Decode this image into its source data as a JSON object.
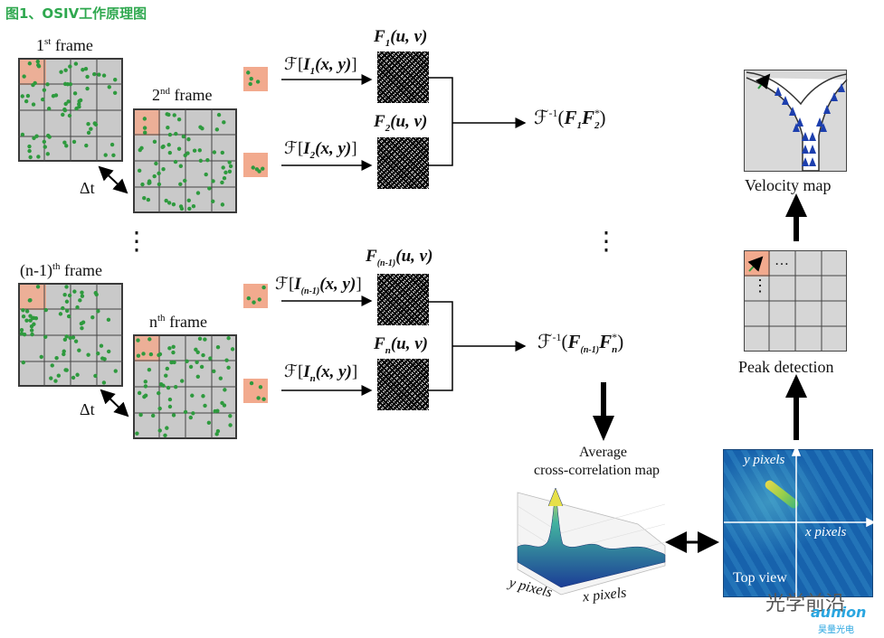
{
  "title": "图1、OSIV工作原理图",
  "frames": {
    "f1": {
      "pre": "1",
      "sup": "st",
      "post": " frame"
    },
    "f2": {
      "pre": "2",
      "sup": "nd",
      "post": " frame"
    },
    "fn1": {
      "pre": "(n-1)",
      "sup": "th",
      "post": " frame"
    },
    "fn": {
      "pre": "n",
      "sup": "th",
      "post": " frame"
    },
    "dt": "Δt"
  },
  "formulas": {
    "ft": "ℱ",
    "ft_inv_sup": "-1",
    "I1": "I",
    "I1_sub": "1",
    "I2": "I",
    "I2_sub": "2",
    "In1": "I",
    "In1_sub": "(n-1)",
    "In": "I",
    "In_sub": "n",
    "xy": "(x, y)",
    "F": "F",
    "uv": "(u, v)",
    "F1_sub": "1",
    "F2_sub": "2",
    "Fn1_sub": "(n-1)",
    "Fn_sub": "n",
    "star": "*"
  },
  "labels": {
    "velocity_map": "Velocity map",
    "peak_detection": "Peak detection",
    "average": "Average",
    "ccmap": "cross-correlation map",
    "y_pixels": "y pixels",
    "x_pixels": "x pixels",
    "top_view": "Top view",
    "ellipsis_v": "⋮",
    "ellipsis_h": "…"
  },
  "watermark": {
    "text": "光学前沿",
    "brand": "aunion",
    "brand_cn": "昊量光电"
  },
  "colors": {
    "particle": "#2e9a3e",
    "peach": "#f2aa8e",
    "arrow_blue": "#1d3fae",
    "title_green": "#2fa84f"
  }
}
